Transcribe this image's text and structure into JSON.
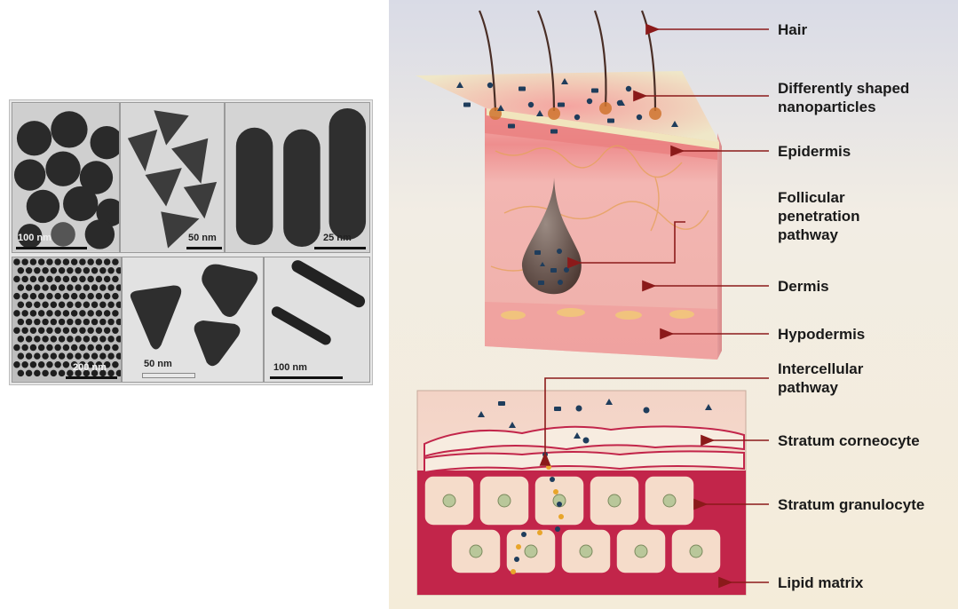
{
  "tem_panels": [
    {
      "scale": "100 nm",
      "shape": "spheres-large"
    },
    {
      "scale": "50 nm",
      "shape": "triangles-small"
    },
    {
      "scale": "25 nm",
      "shape": "rods-thick"
    },
    {
      "scale": "200 nm",
      "shape": "spheres-small"
    },
    {
      "scale": "50 nm",
      "shape": "triangles-large"
    },
    {
      "scale": "100 nm",
      "shape": "rods-thin"
    }
  ],
  "labels": {
    "hair": "Hair",
    "nanoparticles_1": "Differently shaped",
    "nanoparticles_2": "nanoparticles",
    "epidermis": "Epidermis",
    "follicular_1": "Follicular",
    "follicular_2": "penetration",
    "follicular_3": "pathway",
    "dermis": "Dermis",
    "hypodermis": "Hypodermis",
    "intercellular_1": "Intercellular",
    "intercellular_2": "pathway",
    "stratum_corneocyte": "Stratum corneocyte",
    "stratum_granulocyte": "Stratum granulocyte",
    "lipid_matrix": "Lipid matrix"
  },
  "colors": {
    "arrow": "#8b1a1a",
    "skin_pink": "#f2b9b6",
    "lipid": "#b0173a",
    "particle": "#1f3d5c"
  }
}
